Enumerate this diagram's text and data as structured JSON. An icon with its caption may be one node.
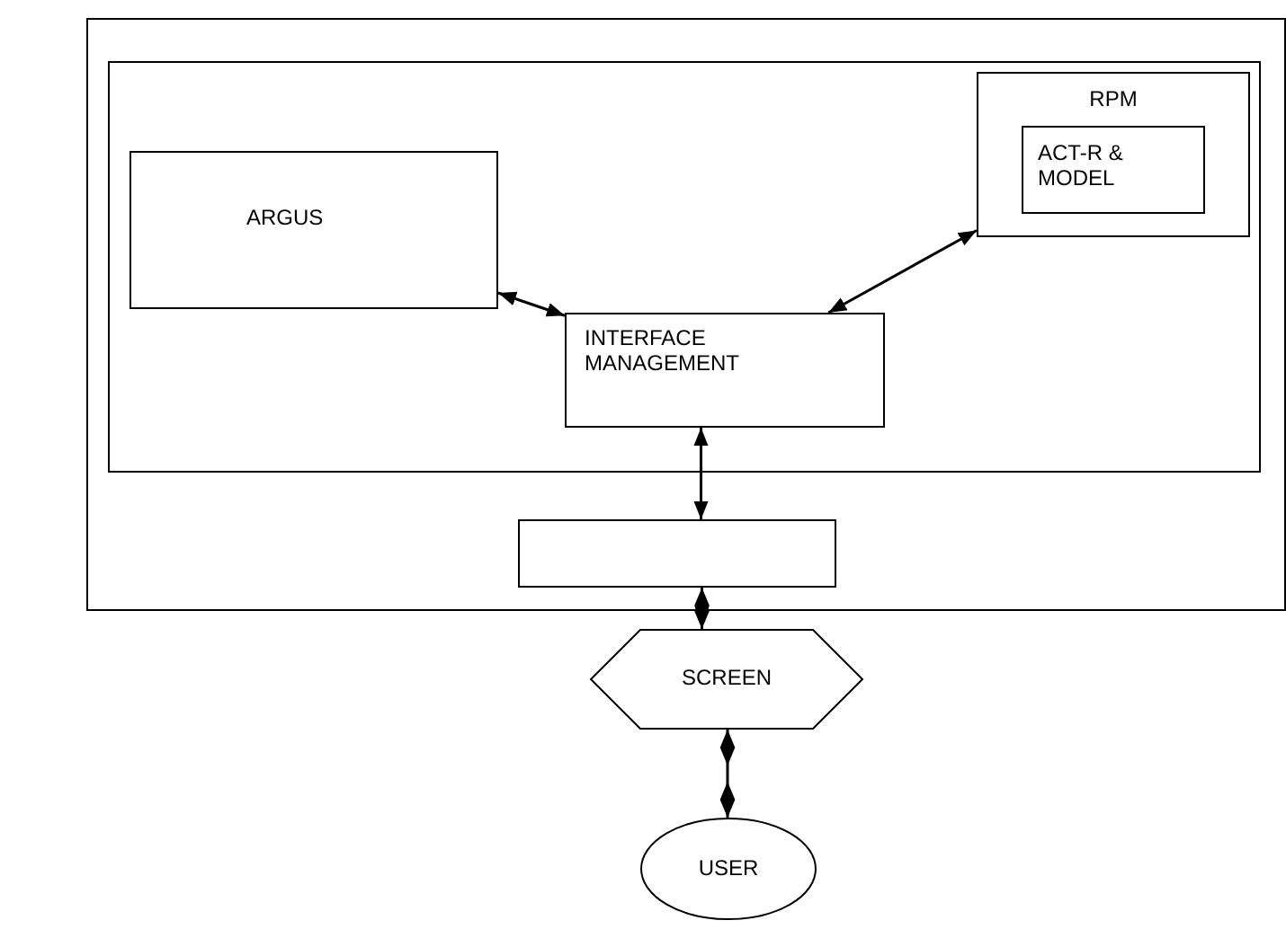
{
  "diagram": {
    "nodes": [
      {
        "text": [],
        "shape": "box"
      },
      {
        "text": [],
        "shape": "box",
        "in": 0
      },
      {
        "text": [
          "ARGUS"
        ],
        "in": 1
      },
      {
        "text": [
          "RPM"
        ],
        "in": 1
      },
      {
        "text": [
          "ACT-R & MODEL"
        ],
        "in": 3
      },
      {
        "text": [
          "INTERFACE MANAGEMENT"
        ],
        "in": 1
      },
      {
        "text": [],
        "shape": "box",
        "in": 0
      },
      {
        "text": [
          "SCREEN"
        ]
      },
      {
        "text": [
          "USER"
        ]
      }
    ],
    "edges": [
      {
        "from": 2,
        "to": 5,
        "arrow": "both"
      },
      {
        "from": 3,
        "to": 5,
        "arrow": "both"
      },
      {
        "from": 5,
        "to": 6,
        "arrow": "both"
      },
      {
        "from": 6,
        "to": 7,
        "arrow": "other"
      },
      {
        "from": 7,
        "to": 8,
        "arrow": "other"
      }
    ]
  }
}
